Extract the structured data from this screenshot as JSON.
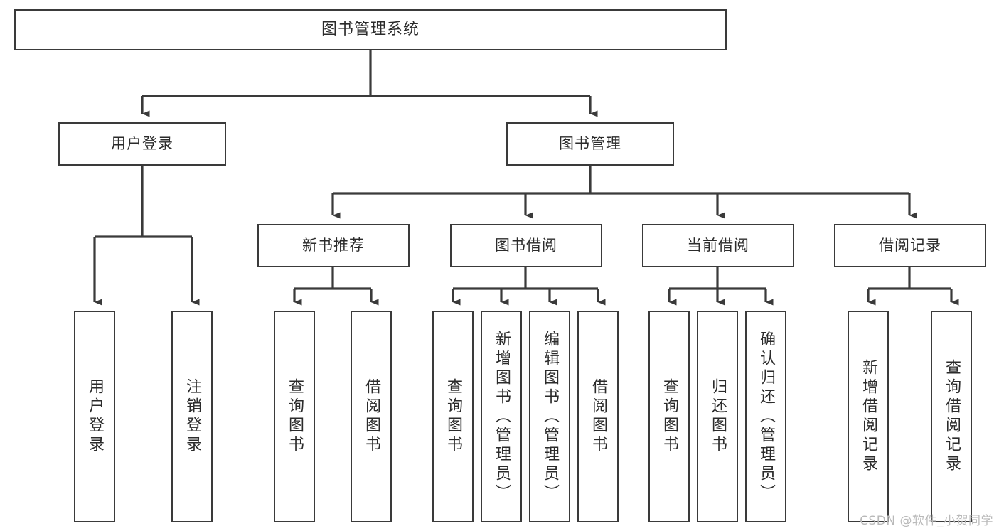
{
  "diagram": {
    "type": "tree-hierarchy",
    "title": "图书管理系统",
    "orientation": "top-down",
    "colors": {
      "background": "#ffffff",
      "box_border": "#3a3a3a",
      "box_fill": "#ffffff",
      "connector": "#3a3a3a",
      "text": "#2b2b2b",
      "watermark": "#b9b9b9"
    },
    "root": {
      "id": "root",
      "label": "图书管理系统"
    },
    "level1": [
      {
        "id": "user-login",
        "label": "用户登录"
      },
      {
        "id": "book-manage",
        "label": "图书管理"
      }
    ],
    "level2": [
      {
        "id": "new-book-recommend",
        "label": "新书推荐",
        "parent": "book-manage"
      },
      {
        "id": "book-borrow",
        "label": "图书借阅",
        "parent": "book-manage"
      },
      {
        "id": "current-borrow",
        "label": "当前借阅",
        "parent": "book-manage"
      },
      {
        "id": "borrow-record",
        "label": "借阅记录",
        "parent": "book-manage"
      }
    ],
    "leaves": [
      {
        "id": "leaf-user-login",
        "label": "用户登录",
        "parent": "user-login"
      },
      {
        "id": "leaf-user-logout",
        "label": "注销登录",
        "parent": "user-login"
      },
      {
        "id": "leaf-query-book-1",
        "label": "查询图书",
        "parent": "new-book-recommend"
      },
      {
        "id": "leaf-borrow-book-1",
        "label": "借阅图书",
        "parent": "new-book-recommend"
      },
      {
        "id": "leaf-query-book-2",
        "label": "查询图书",
        "parent": "book-borrow"
      },
      {
        "id": "leaf-add-book",
        "label": "新增图书（管理员）",
        "parent": "book-borrow"
      },
      {
        "id": "leaf-edit-book",
        "label": "编辑图书（管理员）",
        "parent": "book-borrow"
      },
      {
        "id": "leaf-borrow-book-2",
        "label": "借阅图书",
        "parent": "book-borrow"
      },
      {
        "id": "leaf-query-book-3",
        "label": "查询图书",
        "parent": "current-borrow"
      },
      {
        "id": "leaf-return-book",
        "label": "归还图书",
        "parent": "current-borrow"
      },
      {
        "id": "leaf-confirm-return",
        "label": "确认归还（管理员）",
        "parent": "current-borrow"
      },
      {
        "id": "leaf-add-record",
        "label": "新增借阅记录",
        "parent": "borrow-record"
      },
      {
        "id": "leaf-query-record",
        "label": "查询借阅记录",
        "parent": "borrow-record"
      }
    ]
  },
  "watermark": {
    "text": "CSDN @软件_小贺同学"
  }
}
